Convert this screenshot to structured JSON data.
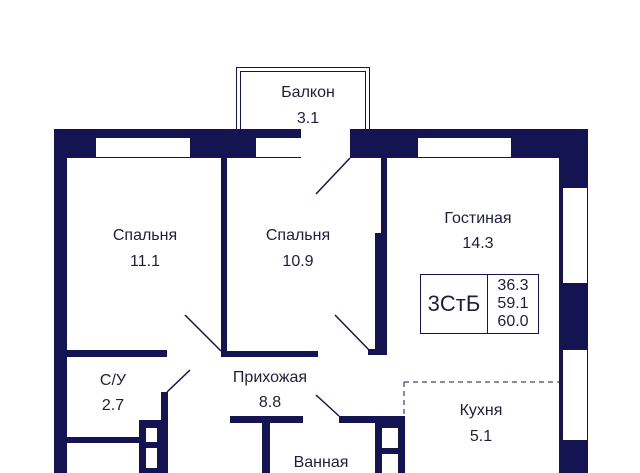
{
  "plan": {
    "wall_color": "#141452",
    "rooms": [
      {
        "name": "Балкон",
        "area": "3.1"
      },
      {
        "name": "Спальня",
        "area": "11.1"
      },
      {
        "name": "Спальня",
        "area": "10.9"
      },
      {
        "name": "Гостиная",
        "area": "14.3"
      },
      {
        "name": "С/У",
        "area": "2.7"
      },
      {
        "name": "Прихожая",
        "area": "8.8"
      },
      {
        "name": "Кухня",
        "area": "5.1"
      },
      {
        "name": "Ванная"
      }
    ],
    "info": {
      "type": "3СтБ",
      "living_area": "36.3",
      "total_area": "59.1",
      "total_with_balcony": "60.0"
    }
  }
}
